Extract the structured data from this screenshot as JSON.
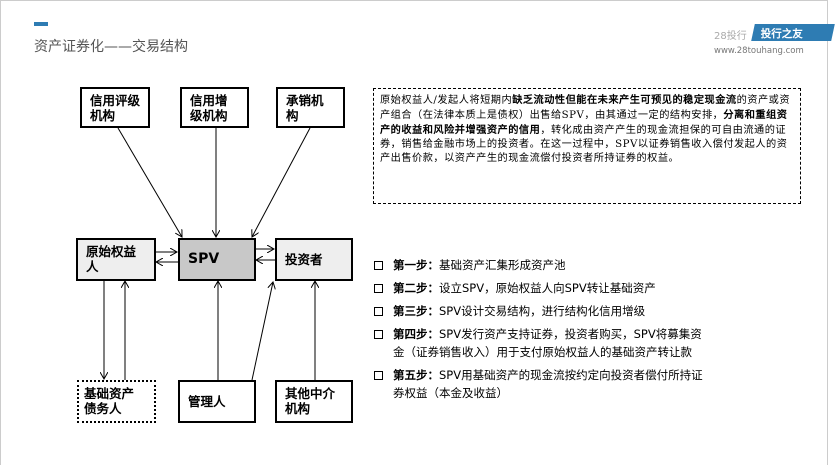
{
  "header": {
    "title": "资产证券化——交易结构",
    "brand_prefix": "28投行",
    "brand_tag": "投行之友",
    "brand_url": "www.28touhang.com"
  },
  "diagram": {
    "credit_rating": "信用评级机构",
    "credit_enhancement": "信用增级机构",
    "underwriter": "承销机构",
    "originator": "原始权益人",
    "spv": "SPV",
    "investor": "投资者",
    "debtor": "基础资产债务人",
    "manager": "管理人",
    "other_intermediary": "其他中介机构"
  },
  "description": {
    "parts": [
      "原始权益人/发起人将短期内",
      "缺乏流动性但能在未来产生可预见的稳定现金流",
      "的资产或资产组合（在法律本质上是债权）出售给SPV，由其通过一定的结构安排，",
      "分离和重组资产的收益和风险并增强资产的信用",
      "，转化成由资产产生的现金流担保的可自由流通的证券，销售给金融市场上的投资者。在这一过程中，SPV以证券销售收入偿付发起人的资产出售价款，以资产产生的现金流偿付投资者所持证券的权益。"
    ]
  },
  "steps": [
    {
      "label": "第一步：",
      "text": "基础资产汇集形成资产池"
    },
    {
      "label": "第二步：",
      "text": "设立SPV，原始权益人向SPV转让基础资产"
    },
    {
      "label": "第三步：",
      "text": "SPV设计交易结构，进行结构化信用增级"
    },
    {
      "label": "第四步：",
      "text": "SPV发行资产支持证券，投资者购买，SPV将募集资金（证券销售收入）用于支付原始权益人的基础资产转让款"
    },
    {
      "label": "第五步：",
      "text": "SPV用基础资产的现金流按约定向投资者偿付所持证券权益（本金及收益）"
    }
  ]
}
